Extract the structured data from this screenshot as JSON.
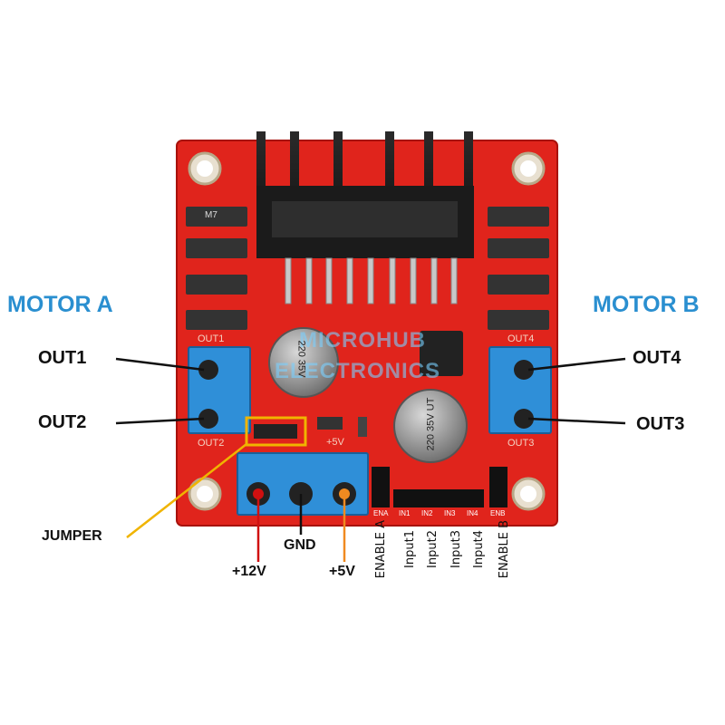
{
  "labels": {
    "motor_a": "MOTOR A",
    "motor_b": "MOTOR B",
    "out1": "OUT1",
    "out2": "OUT2",
    "out3": "OUT3",
    "out4": "OUT4",
    "jumper": "JUMPER",
    "v12": "+12V",
    "gnd": "GND",
    "v5": "+5V",
    "enable_a": "ENABLE A",
    "input1": "Input1",
    "input2": "Input2",
    "input3": "Input3",
    "input4": "Input4",
    "enable_b": "ENABLE B"
  },
  "board": {
    "watermark_line1": "MICROHUB",
    "watermark_line2": "ELECTRONICS",
    "silk_out1": "OUT1",
    "silk_out2": "OUT2",
    "silk_out3": "OUT3",
    "silk_out4": "OUT4",
    "silk_5v": "+5V",
    "diode_marking": "M7",
    "cap_marking_1": "220 35V",
    "cap_marking_2": "220 35V UT",
    "header_ena": "ENA",
    "header_in1": "IN1",
    "header_in2": "IN2",
    "header_in3": "IN3",
    "header_in4": "IN4",
    "header_enb": "ENB"
  },
  "colors": {
    "pcb": "#e0241c",
    "terminal": "#2f8fd8",
    "motor_label": "#2a8fd0",
    "jumper_outline": "#f0b400",
    "line_12v": "#d01010",
    "line_5v": "#f08a20",
    "line_black": "#111111",
    "line_jumper": "#f0b400"
  }
}
